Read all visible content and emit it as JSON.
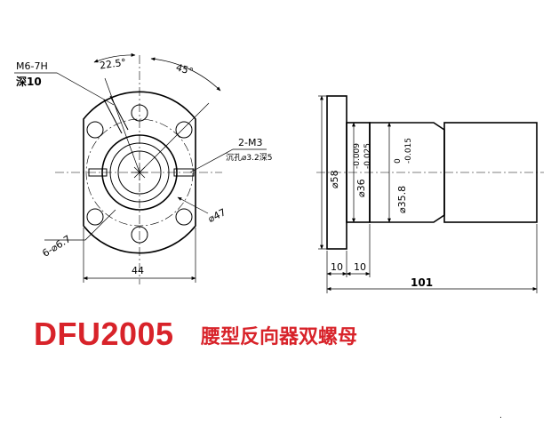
{
  "title": "DFU2005",
  "subtitle": "腰型反向器双螺母",
  "accent_color": "#d8232a",
  "front_view": {
    "thread_label": "M6-7H",
    "depth_label": "深10",
    "angle_small": "22.5°",
    "angle_large": "45°",
    "side_thread": "2-M3",
    "side_spec": "沉孔⌀3.2深5",
    "holes_label": "6-⌀6.7",
    "pcd_label": "⌀47",
    "width_label": "44"
  },
  "side_view": {
    "flange_dia": "⌀58",
    "body_dia_a": "⌀36",
    "tol_a_upper": "-0.009",
    "tol_a_lower": "-0.025",
    "body_dia_b": "⌀35.8",
    "tol_b_upper": "0",
    "tol_b_lower": "-0.015",
    "flange_thick": "10",
    "step_len": "10",
    "total_len": "101"
  },
  "marks": {
    "corner_dot": "."
  }
}
